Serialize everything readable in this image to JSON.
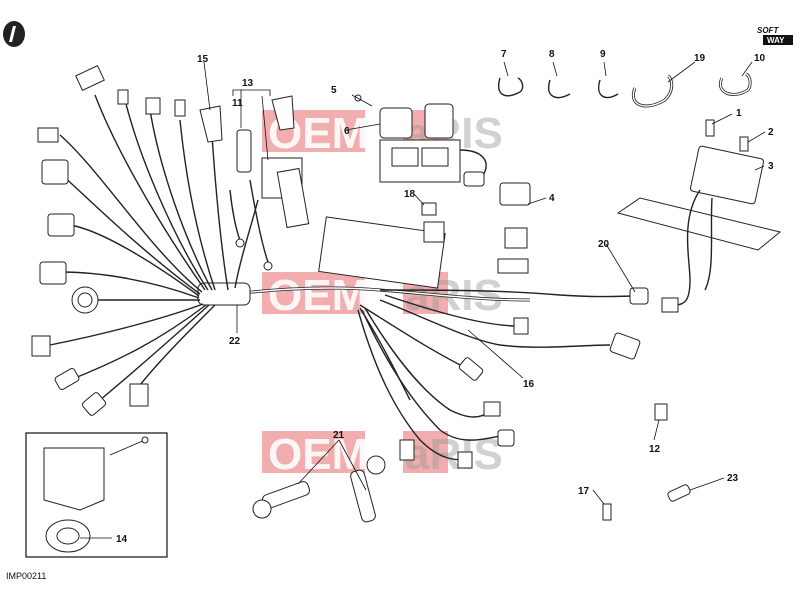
{
  "diagram": {
    "image_code": "IMP00211",
    "logo_text_top": "SOFT",
    "logo_text_bottom": "WAY",
    "watermark": {
      "left": "OEM",
      "right": "aRIS"
    },
    "callouts": [
      {
        "id": "c1",
        "label": "1"
      },
      {
        "id": "c2",
        "label": "2"
      },
      {
        "id": "c3",
        "label": "3"
      },
      {
        "id": "c4",
        "label": "4"
      },
      {
        "id": "c5",
        "label": "5"
      },
      {
        "id": "c6",
        "label": "6"
      },
      {
        "id": "c7",
        "label": "7"
      },
      {
        "id": "c8",
        "label": "8"
      },
      {
        "id": "c9",
        "label": "9"
      },
      {
        "id": "c10",
        "label": "10"
      },
      {
        "id": "c11",
        "label": "11"
      },
      {
        "id": "c12",
        "label": "12"
      },
      {
        "id": "c13",
        "label": "13"
      },
      {
        "id": "c14",
        "label": "14"
      },
      {
        "id": "c15",
        "label": "15"
      },
      {
        "id": "c16",
        "label": "16"
      },
      {
        "id": "c17",
        "label": "17"
      },
      {
        "id": "c18",
        "label": "18"
      },
      {
        "id": "c19",
        "label": "19"
      },
      {
        "id": "c20",
        "label": "20"
      },
      {
        "id": "c21",
        "label": "21"
      },
      {
        "id": "c22",
        "label": "22"
      },
      {
        "id": "c23",
        "label": "23"
      }
    ]
  }
}
